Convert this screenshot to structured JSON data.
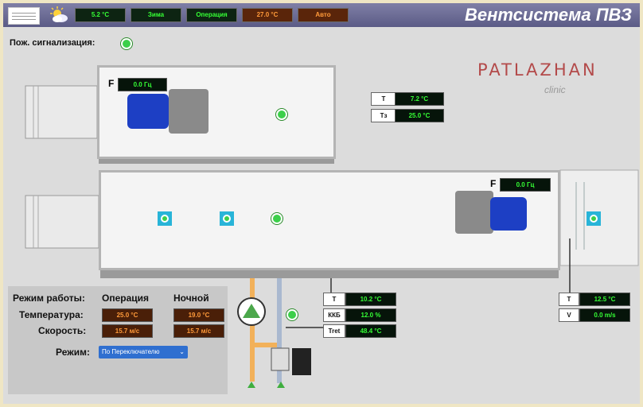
{
  "header": {
    "title": "Вентсистема ПВЗ",
    "outdoor_temp": "5.2 °C",
    "season": "Зима",
    "status": "Операция",
    "setpoint_temp": "27.0 °C",
    "mode": "Авто"
  },
  "fire_alarm": {
    "label": "Пож. сигнализация:"
  },
  "logo": {
    "brand": "PATLAZHAN",
    "sub": "clinic"
  },
  "exhaust_fan": {
    "letter": "F",
    "freq": "0.0 Гц"
  },
  "supply_fan": {
    "letter": "F",
    "freq": "0.0 Гц"
  },
  "room": {
    "t_label": "T",
    "t_value": "7.2 °C",
    "tz_label": "Tз",
    "tz_value": "25.0 °C"
  },
  "heater": {
    "t_label": "T",
    "t_value": "10.2 °C",
    "kkb_label": "ККБ",
    "kkb_value": "12.0 %",
    "tret_label": "Tret",
    "tret_value": "48.4 °C"
  },
  "supply": {
    "t_label": "T",
    "t_value": "12.5 °C",
    "v_label": "V",
    "v_value": "0.0 m/s"
  },
  "panel": {
    "mode_label": "Режим работы:",
    "col_operation": "Операция",
    "col_night": "Ночной",
    "temp_label": "Температура:",
    "temp_operation": "25.0 °C",
    "temp_night": "19.0 °C",
    "speed_label": "Скорость:",
    "speed_operation": "15.7 м/с",
    "speed_night": "15.7 м/с",
    "select_label": "Режим:",
    "select_value": "По Переключателю"
  },
  "colors": {
    "water_supply": "#f2b15a",
    "water_return": "#a9b8cf",
    "accent_green": "#3ccf4a"
  }
}
